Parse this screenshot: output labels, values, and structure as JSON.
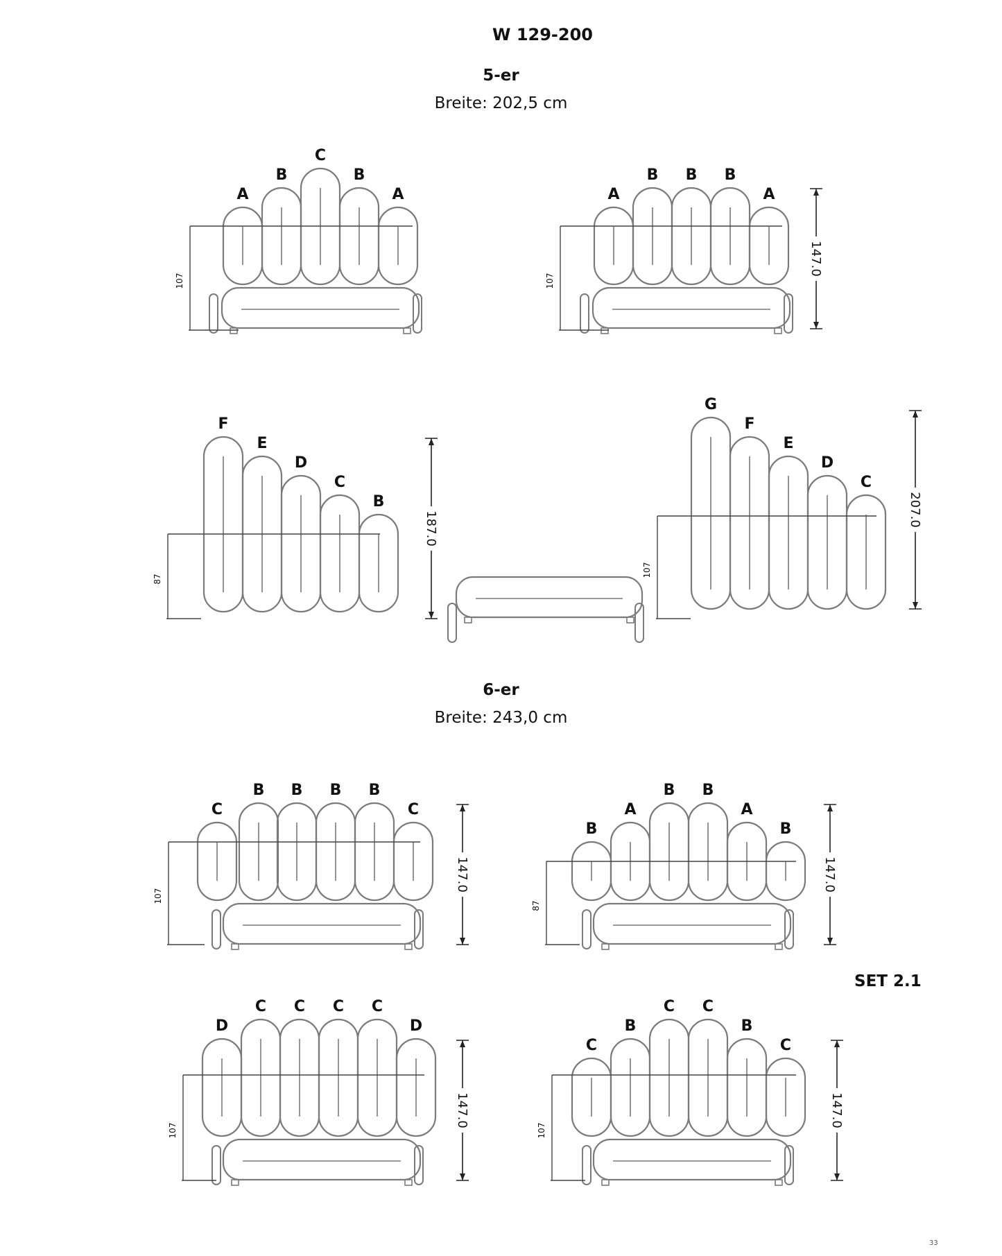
{
  "document": {
    "title": "W 129-200",
    "page_number": "33",
    "set_label": "SET 2.1"
  },
  "sections": [
    {
      "title": "5-er",
      "width_label": "Breite: 202,5 cm"
    },
    {
      "title": "6-er",
      "width_label": "Breite: 243,0 cm"
    }
  ],
  "configurations": [
    {
      "id": "5er-a",
      "cushion_labels": [
        "A",
        "B",
        "C",
        "B",
        "A"
      ],
      "seat_height": "107",
      "total_height": ""
    },
    {
      "id": "5er-b",
      "cushion_labels": [
        "A",
        "B",
        "B",
        "B",
        "A"
      ],
      "seat_height": "107",
      "total_height": "147.0"
    },
    {
      "id": "5er-c",
      "cushion_labels": [
        "F",
        "E",
        "D",
        "C",
        "B"
      ],
      "seat_height": "87",
      "total_height": "187.0"
    },
    {
      "id": "5er-d",
      "cushion_labels": [
        "G",
        "F",
        "E",
        "D",
        "C"
      ],
      "seat_height": "107",
      "total_height": "207.0"
    },
    {
      "id": "6er-a",
      "cushion_labels": [
        "C",
        "B",
        "B",
        "B",
        "B",
        "C"
      ],
      "seat_height": "107",
      "total_height": "147.0"
    },
    {
      "id": "6er-b",
      "cushion_labels": [
        "B",
        "A",
        "B",
        "B",
        "A",
        "B"
      ],
      "seat_height": "87",
      "total_height": "147.0"
    },
    {
      "id": "6er-c",
      "cushion_labels": [
        "D",
        "C",
        "C",
        "C",
        "C",
        "D"
      ],
      "seat_height": "107",
      "total_height": "147.0"
    },
    {
      "id": "6er-d",
      "cushion_labels": [
        "C",
        "B",
        "C",
        "C",
        "B",
        "C"
      ],
      "seat_height": "107",
      "total_height": "147.0"
    }
  ]
}
